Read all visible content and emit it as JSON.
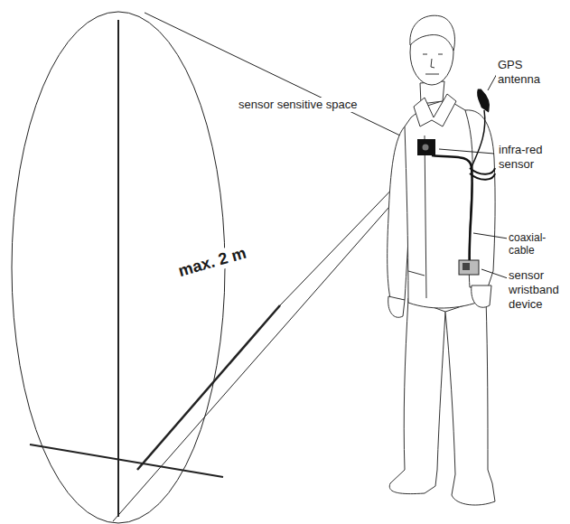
{
  "diagram": {
    "labels": [
      "sensor sensitive space",
      "max. 2 m",
      "GPS antenna",
      "infra-red sensor",
      "coaxial-cable",
      "sensor wristband device"
    ]
  }
}
